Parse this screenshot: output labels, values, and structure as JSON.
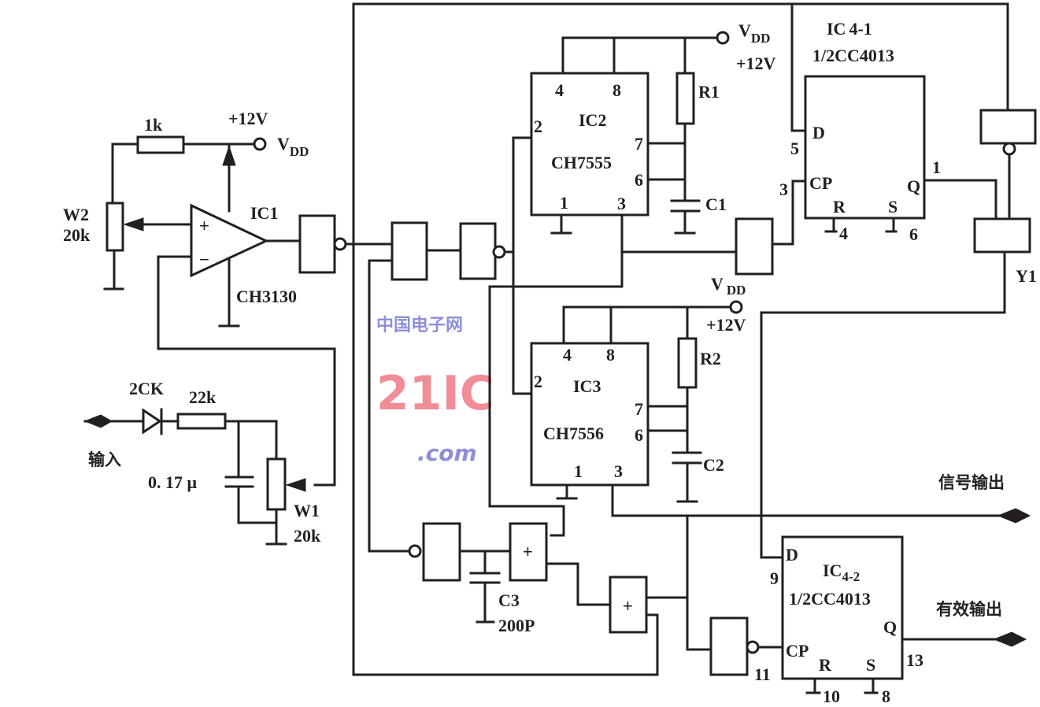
{
  "diagram": {
    "type": "circuit-schematic",
    "colors": {
      "ink": "#231f20",
      "watermark_red": "#f08d96",
      "watermark_blue": "#8c8fd6"
    },
    "ic1": {
      "name": "IC1",
      "part": "CH3130",
      "plus": "+",
      "minus": "−"
    },
    "ic1_supply": {
      "voltage": "+12V",
      "rail": "V",
      "rail_sub": "DD"
    },
    "r_1k": {
      "value": "1k"
    },
    "w2": {
      "name": "W2",
      "value": "20k"
    },
    "input": {
      "label": "输入",
      "diode": "2CK",
      "resistor": "22k",
      "capacitor": "0. 17 μ"
    },
    "w1": {
      "name": "W1",
      "value": "20k"
    },
    "ic2": {
      "name": "IC2",
      "part": "CH7555",
      "pins": {
        "p4": "4",
        "p8": "8",
        "p2": "2",
        "p7": "7",
        "p6": "6",
        "p1": "1",
        "p3": "3"
      },
      "rail": "V",
      "rail_sub": "DD",
      "voltage": "+12V",
      "r": "R1",
      "c": "C1"
    },
    "ic3": {
      "name": "IC3",
      "part": "CH7556",
      "pins": {
        "p4": "4",
        "p8": "8",
        "p2": "2",
        "p7": "7",
        "p6": "6",
        "p1": "1",
        "p3": "3"
      },
      "rail": "V",
      "rail_sub": "DD",
      "voltage": "+12V",
      "r": "R2",
      "c": "C2"
    },
    "ic4_1": {
      "name": "IC",
      "name_sub": "4-1",
      "part": "1/2CC4013",
      "pins": {
        "d": "D",
        "d_num": "5",
        "cp": "CP",
        "cp_num": "3",
        "r": "R",
        "r_num": "4",
        "s": "S",
        "s_num": "6",
        "q": "Q",
        "q_num": "1"
      }
    },
    "ic4_2": {
      "name": "IC",
      "name_sub": "4-2",
      "part": "1/2CC4013",
      "pins": {
        "d": "D",
        "d_num": "9",
        "cp": "CP",
        "cp_num": "11",
        "r": "R",
        "r_num": "10",
        "s": "S",
        "s_num": "8",
        "q": "Q",
        "q_num": "13"
      }
    },
    "y1": {
      "label": "Y1"
    },
    "c3": {
      "name": "C3",
      "value": "200P"
    },
    "gates": {
      "plus_symbol": "+"
    },
    "outputs": {
      "signal": "信号输出",
      "valid": "有效输出"
    },
    "watermark": {
      "main": "21IC",
      "cn": "中国电子网",
      "domain": ".com"
    }
  }
}
